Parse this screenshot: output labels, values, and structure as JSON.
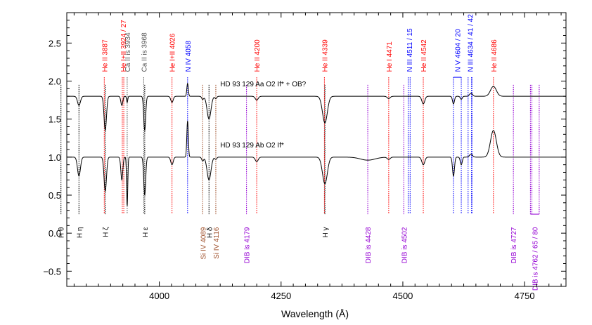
{
  "chart_data": {
    "type": "line",
    "xlabel": "Wavelength (Å)",
    "ylabel": "",
    "xlim": [
      3810,
      4835
    ],
    "ylim": [
      -0.7,
      2.9
    ],
    "x_ticks": [
      {
        "value": 4000,
        "label": "4000"
      },
      {
        "value": 4250,
        "label": "4250"
      },
      {
        "value": 4500,
        "label": "4500"
      },
      {
        "value": 4750,
        "label": "4750"
      }
    ],
    "y_ticks": [
      {
        "value": -0.5,
        "label": "−0.5"
      },
      {
        "value": 0.0,
        "label": "0.0"
      },
      {
        "value": 0.5,
        "label": "0.5"
      },
      {
        "value": 1.0,
        "label": "1.0"
      },
      {
        "value": 1.5,
        "label": "1.5"
      },
      {
        "value": 2.0,
        "label": "2.0"
      },
      {
        "value": 2.5,
        "label": "2.5"
      }
    ],
    "series": [
      {
        "label": "HD 93 129 Aa   O2 If* + OB?",
        "label_x": 4125,
        "label_y": 1.93,
        "continuum": 1.8,
        "color": "#000000",
        "features": [
          [
            3835,
            -0.12,
            3
          ],
          [
            3889,
            -0.45,
            2.5
          ],
          [
            3923,
            -0.12,
            2
          ],
          [
            3934,
            -0.08,
            1.2
          ],
          [
            3970,
            -0.45,
            2
          ],
          [
            4026,
            -0.08,
            2.5
          ],
          [
            4058,
            0.17,
            1.5
          ],
          [
            4089,
            -0.04,
            2
          ],
          [
            4102,
            -0.3,
            4
          ],
          [
            4116,
            -0.03,
            2
          ],
          [
            4200,
            -0.05,
            3
          ],
          [
            4340,
            -0.35,
            5
          ],
          [
            4471,
            -0.03,
            3
          ],
          [
            4542,
            -0.1,
            3
          ],
          [
            4604,
            -0.1,
            2
          ],
          [
            4620,
            -0.04,
            2
          ],
          [
            4640,
            0.04,
            3
          ],
          [
            4686,
            0.13,
            6
          ]
        ]
      },
      {
        "label": "HD 93 129 Ab   O2 If*",
        "label_x": 4125,
        "label_y": 1.13,
        "continuum": 1.0,
        "color": "#000000",
        "features": [
          [
            3835,
            -0.25,
            3
          ],
          [
            3889,
            -0.45,
            2.5
          ],
          [
            3923,
            -0.3,
            2
          ],
          [
            3934,
            -0.65,
            1.2
          ],
          [
            3970,
            -0.5,
            2
          ],
          [
            4026,
            -0.1,
            2.5
          ],
          [
            4058,
            0.48,
            1.5
          ],
          [
            4089,
            -0.05,
            2
          ],
          [
            4102,
            -0.3,
            4
          ],
          [
            4116,
            -0.03,
            2
          ],
          [
            4200,
            -0.06,
            3
          ],
          [
            4340,
            -0.35,
            5
          ],
          [
            4428,
            -0.04,
            15
          ],
          [
            4471,
            -0.03,
            3
          ],
          [
            4542,
            -0.1,
            3
          ],
          [
            4604,
            -0.25,
            2
          ],
          [
            4620,
            -0.1,
            2
          ],
          [
            4640,
            0.04,
            3
          ],
          [
            4686,
            0.35,
            6
          ]
        ]
      }
    ],
    "top_lines": [
      {
        "label": "He II 3887",
        "x": 3887,
        "color": "#ff0000"
      },
      {
        "label": "He I+II 3924 / 27",
        "x": [
          3924,
          3927
        ],
        "color": "#ff0000"
      },
      {
        "label": "Ca II is 3934",
        "x": 3934,
        "color": "#555555"
      },
      {
        "label": "Ca II is 3968",
        "x": 3968,
        "color": "#555555"
      },
      {
        "label": "He I+II 4026",
        "x": 4026,
        "color": "#ff0000"
      },
      {
        "label": "N IV 4058",
        "x": 4058,
        "color": "#0000ff"
      },
      {
        "label": "He II 4200",
        "x": 4200,
        "color": "#ff0000"
      },
      {
        "label": "He II 4339",
        "x": 4339,
        "color": "#ff0000"
      },
      {
        "label": "He I 4471",
        "x": 4471,
        "color": "#ff0000"
      },
      {
        "label": "N III 4511 / 15",
        "x": [
          4511,
          4515
        ],
        "color": "#0000ff"
      },
      {
        "label": "He II 4542",
        "x": 4542,
        "color": "#ff0000"
      },
      {
        "label": "N V 4604 / 20",
        "x": [
          4604,
          4620
        ],
        "color": "#0000ff"
      },
      {
        "label": "N III 4634 / 41 / 42",
        "x": [
          4634,
          4641,
          4642
        ],
        "color": "#0000ff"
      },
      {
        "label": "He II 4686",
        "x": 4686,
        "color": "#ff0000"
      }
    ],
    "bottom_lines": [
      {
        "label": "H θ",
        "x": 3798,
        "color": "#000000"
      },
      {
        "label": "H η",
        "x": 3835,
        "color": "#000000"
      },
      {
        "label": "H ζ",
        "x": 3889,
        "color": "#000000"
      },
      {
        "label": "H ε",
        "x": 3970,
        "color": "#000000"
      },
      {
        "label": "Si IV 4089",
        "x": 4089,
        "color": "#a0522d"
      },
      {
        "label": "H δ",
        "x": 4102,
        "color": "#000000"
      },
      {
        "label": "Si IV 4116",
        "x": 4116,
        "color": "#a0522d"
      },
      {
        "label": "DIB is 4179",
        "x": 4179,
        "color": "#9400d3"
      },
      {
        "label": "H γ",
        "x": 4340,
        "color": "#000000"
      },
      {
        "label": "DIB is 4428",
        "x": 4428,
        "color": "#9400d3"
      },
      {
        "label": "DIB is 4502",
        "x": 4502,
        "color": "#9400d3"
      },
      {
        "label": "DIB is 4727",
        "x": 4727,
        "color": "#9400d3"
      },
      {
        "label": "DIB is 4762 / 65 / 80",
        "x": [
          4762,
          4765,
          4780
        ],
        "color": "#9400d3"
      }
    ]
  }
}
